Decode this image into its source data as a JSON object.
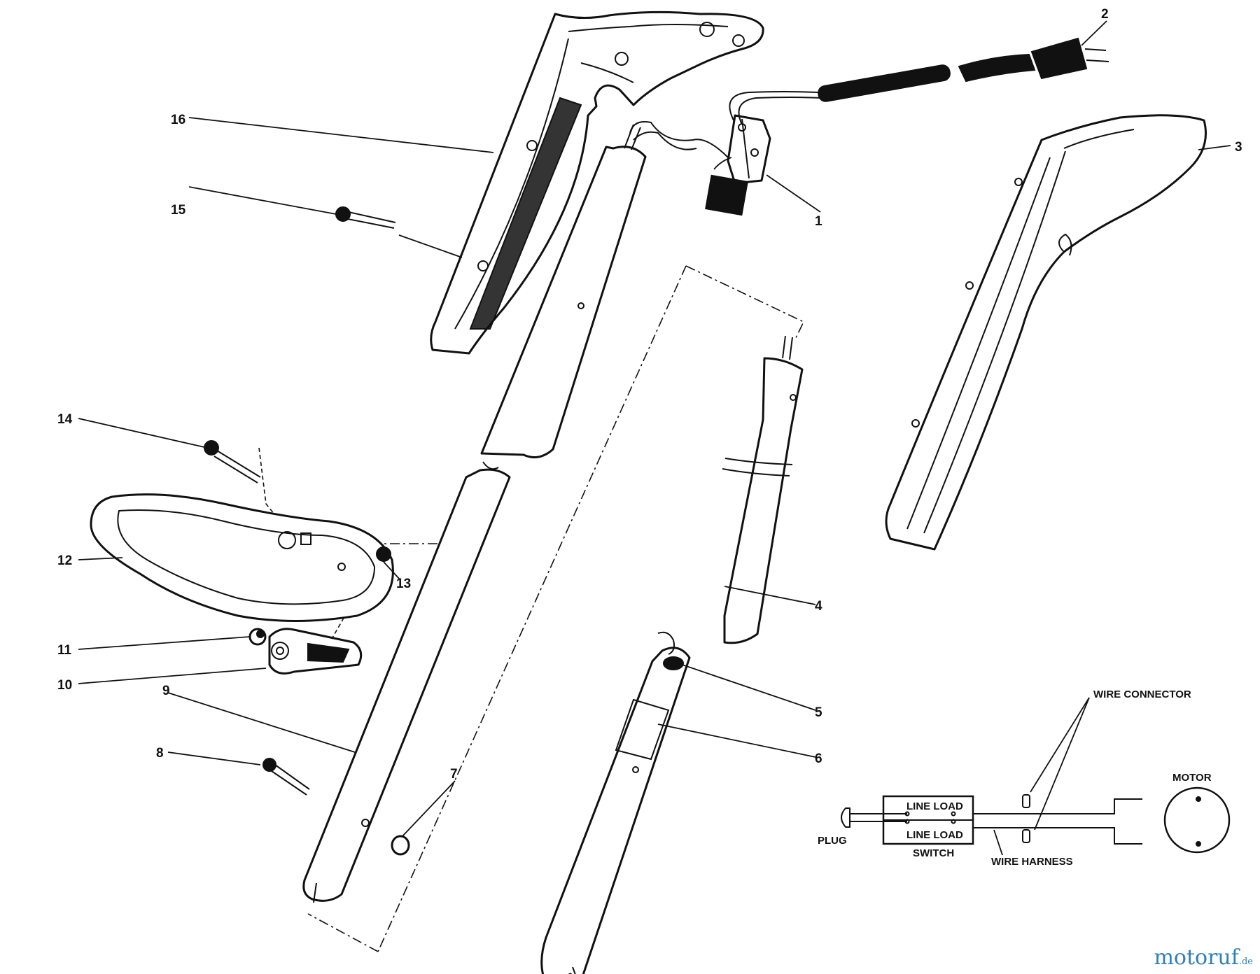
{
  "callouts": [
    "1",
    "2",
    "3",
    "4",
    "5",
    "6",
    "7",
    "8",
    "9",
    "10",
    "11",
    "12",
    "13",
    "14",
    "15",
    "16"
  ],
  "wiring": {
    "wire_connector": "WIRE CONNECTOR",
    "motor": "MOTOR",
    "plug": "PLUG",
    "line_load_top": "LINE LOAD",
    "line_load_bottom": "LINE LOAD",
    "switch": "SWITCH",
    "wire_harness": "WIRE HARNESS"
  },
  "watermark": {
    "text": "motoruf",
    "suffix": ".de"
  }
}
